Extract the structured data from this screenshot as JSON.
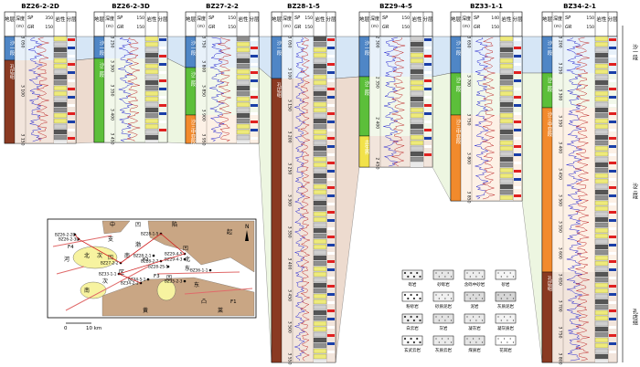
{
  "title": "",
  "header_labels": {
    "formation": "地层",
    "depth": "深度",
    "depth_unit": "(m)",
    "lithology": "岩性",
    "layer": "分层",
    "sp": "SP",
    "gr": "GR"
  },
  "strata": {
    "sha_yi": "沙一段",
    "sha_er": "沙二段",
    "sha_san": "沙三段",
    "sha_san_zhong": "沙三中亚段",
    "kongdian": "孔店组",
    "guantai": "古生界"
  },
  "wells": [
    {
      "name": "BZ26-2-2D",
      "sp_range": "350",
      "gr_range": "150",
      "depths": [
        "3 050",
        "3 100",
        "3 150"
      ]
    },
    {
      "name": "BZ26-2-3D",
      "sp_range": "150",
      "gr_range": "150",
      "depths": [
        "3 250",
        "3 300",
        "3 350",
        "3 400",
        "3 450"
      ]
    },
    {
      "name": "BZ27-2-2",
      "sp_range": "150",
      "gr_range": "150",
      "depths": [
        "3 750",
        "3 800",
        "3 850",
        "3 900",
        "3 950"
      ]
    },
    {
      "name": "BZ28-1-5",
      "sp_range": "150",
      "gr_range": "150",
      "depths": [
        "3 050",
        "3 100",
        "3 150",
        "3 200",
        "3 250",
        "3 300",
        "3 350",
        "3 400",
        "3 450",
        "3 500",
        "3 550"
      ]
    },
    {
      "name": "BZ29-4-5",
      "sp_range": "150",
      "gr_range": "150",
      "depths": [
        "2 300",
        "2 350",
        "2 400",
        "2 450"
      ]
    },
    {
      "name": "BZ33-1-1",
      "sp_range": "140",
      "gr_range": "150",
      "depths": [
        "3 650",
        "3 700",
        "3 750",
        "3 800",
        "3 850"
      ]
    },
    {
      "name": "BZ34-2-1",
      "sp_range": "150",
      "gr_range": "150",
      "depths": [
        "3 200",
        "3 250",
        "3 300",
        "3 350",
        "3 400",
        "3 450",
        "3 500",
        "3 550",
        "3 600",
        "3 650",
        "3 700",
        "3 750",
        "3 800"
      ]
    }
  ],
  "right_labels": {
    "top": "沙一段",
    "middle": "沙三段",
    "bottom": "孔店组"
  },
  "map": {
    "labels": {
      "bohai_zhong": "中",
      "bohai_zhong2": "凹",
      "xian": "陷",
      "qi": "起",
      "bei_ci": "北",
      "bei_ci2": "次",
      "bei_ci3": "凹",
      "nan": "南",
      "qu": "区",
      "ci": "次",
      "dong": "东",
      "huang": "黄",
      "tu": "凸",
      "ao": "凹",
      "he": "河",
      "zhi": "支",
      "bo": "渤",
      "nan2": "南",
      "dong2": "东",
      "ao2": "凹",
      "lai": "莱",
      "bei": "北"
    },
    "wells": [
      "BZ26-2-2D",
      "BZ26-2-3D",
      "BZ27-2-2",
      "BZ28-1-5",
      "BZ28-2-1",
      "BZ28-2-2",
      "BZ29-4-5",
      "BZ29-4-3",
      "BZ33-1-1",
      "BZ34-2-1",
      "BZ34-5-1",
      "BZ35-2-3",
      "BZ36-1-1",
      "BZ28-2S-1"
    ],
    "faults": [
      "F1",
      "F2",
      "F3",
      "F4"
    ],
    "scale_start": "0",
    "scale_end": "10 km",
    "north": "N"
  },
  "legend": {
    "items": [
      "砾岩",
      "砂砾岩",
      "含砾中砂岩",
      "砂岩",
      "粉砂岩",
      "砂质泥岩",
      "泥岩",
      "灰质泥岩",
      "白云岩",
      "灰岩",
      "凝灰岩",
      "凝灰质岩",
      "玄武云岩",
      "灰质云岩",
      "煤质岩",
      "花岗岩"
    ]
  },
  "colors": {
    "sha_yi": "#4f86c6",
    "sha_er": "#5cbf3a",
    "sha_san": "#f28a2c",
    "kongdian": "#8a3a22",
    "guantai": "#f2e24a",
    "band_light_blue": "#d6e6f6",
    "band_light_green": "#e8f3d8",
    "band_light_orange": "#fbe6d2",
    "band_light_brown": "#e8cfc0",
    "sand_yellow": "#eeea7a",
    "map_land": "#c9a684",
    "map_sag": "#f7f3a0"
  }
}
